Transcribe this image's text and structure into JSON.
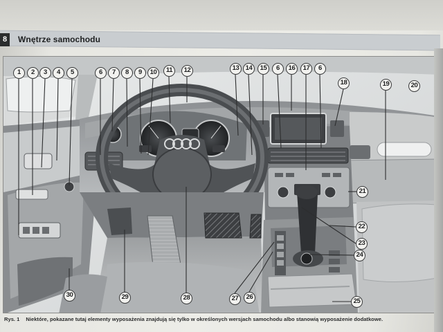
{
  "page": {
    "tab_label": "8",
    "section_title": "Wnętrze samochodu"
  },
  "figure": {
    "callouts": [
      {
        "n": "1",
        "part": "door-handle"
      },
      {
        "n": "2",
        "part": "door-lock-switch"
      },
      {
        "n": "3",
        "part": "mirror-adjust"
      },
      {
        "n": "4",
        "part": "door-release"
      },
      {
        "n": "5",
        "part": "headlight-switch"
      },
      {
        "n": "6",
        "part": "air-vent"
      },
      {
        "n": "7",
        "part": "left-gauge"
      },
      {
        "n": "8",
        "part": "turn-signal-lever"
      },
      {
        "n": "9",
        "part": "steering-wheel-buttons-left"
      },
      {
        "n": "10",
        "part": "tachometer"
      },
      {
        "n": "11",
        "part": "horn"
      },
      {
        "n": "12",
        "part": "instrument-cluster"
      },
      {
        "n": "13",
        "part": "wiper-lever"
      },
      {
        "n": "14",
        "part": "ignition-lock"
      },
      {
        "n": "15",
        "part": "hazard-switch"
      },
      {
        "n": "16",
        "part": "display"
      },
      {
        "n": "17",
        "part": "center-vent"
      },
      {
        "n": "18",
        "part": "passenger-airbag-light"
      },
      {
        "n": "19",
        "part": "glove-box"
      },
      {
        "n": "20",
        "part": "passenger-airbag"
      },
      {
        "n": "21",
        "part": "climate-control"
      },
      {
        "n": "22",
        "part": "storage-tray"
      },
      {
        "n": "23",
        "part": "gear-selector"
      },
      {
        "n": "24",
        "part": "mmi-knob"
      },
      {
        "n": "25",
        "part": "armrest"
      },
      {
        "n": "26",
        "part": "console-switches"
      },
      {
        "n": "27",
        "part": "parking-brake"
      },
      {
        "n": "28",
        "part": "steering-adjust"
      },
      {
        "n": "29",
        "part": "hood-release"
      },
      {
        "n": "30",
        "part": "door-pocket"
      }
    ]
  },
  "caption": {
    "label": "Rys. 1",
    "text": "Niektóre, pokazane tutaj elementy wyposażenia znajdują się tylko w określonych wersjach samochodu albo stanowią wyposażenie dodatkowe."
  },
  "colors": {
    "paper": "#ecece7",
    "header_bar": "#c9cdd0",
    "tab": "#2b2d2e",
    "illustration_light": "#e3e5e5",
    "illustration_dark": "#5a5d60"
  }
}
